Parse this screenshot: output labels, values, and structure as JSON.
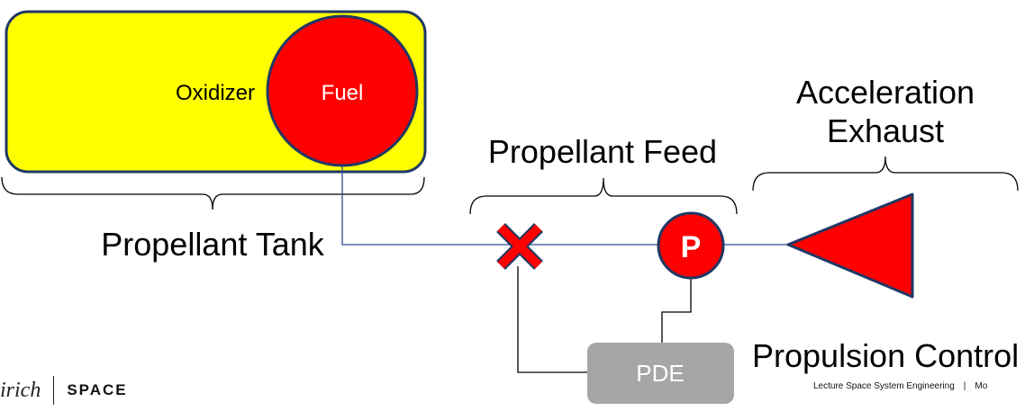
{
  "labels": {
    "oxidizer": "Oxidizer",
    "fuel": "Fuel",
    "propellant_tank": "Propellant Tank",
    "propellant_feed": "Propellant Feed",
    "acceleration_exhaust_line1": "Acceleration",
    "acceleration_exhaust_line2": "Exhaust",
    "pump": "P",
    "pde": "PDE",
    "propulsion_control": "Propulsion Control"
  },
  "footer": {
    "logo_text": "irich",
    "space_logo": "SPACE",
    "lecture_title": "Lecture Space System Engineering",
    "separator": "|",
    "trailing": "Mo"
  },
  "colors": {
    "tank_fill": "#ffff00",
    "fuel_fill": "#ff0000",
    "outline": "#1f3864",
    "pipe": "#2f4f8f",
    "valve": "#ff0000",
    "pde_fill": "#a6a6a6",
    "text": "#000000"
  }
}
